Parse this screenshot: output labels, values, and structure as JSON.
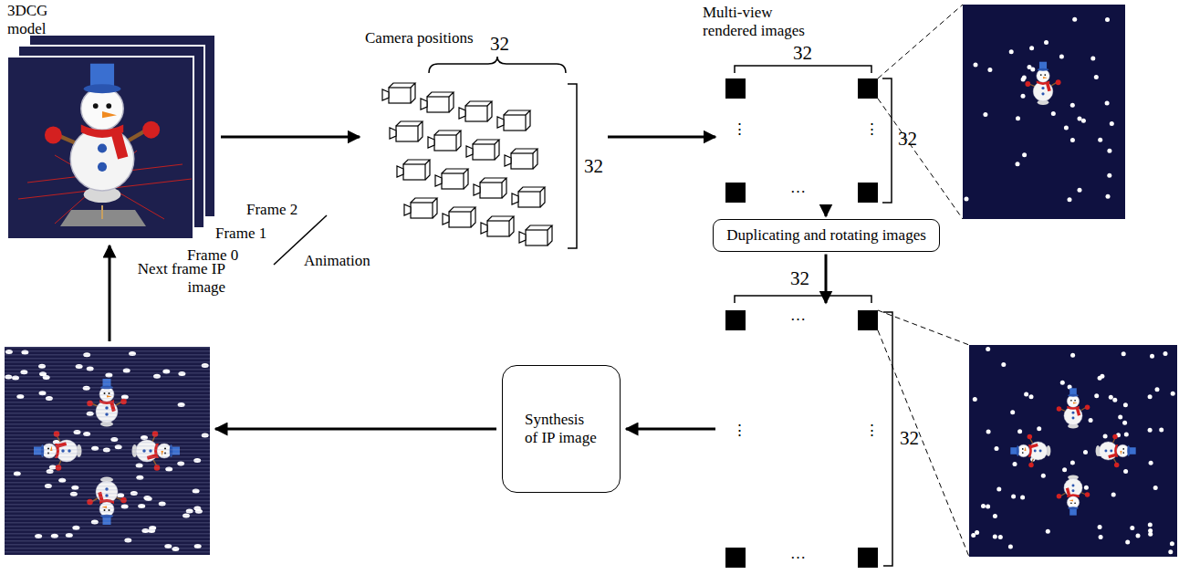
{
  "diagram": {
    "nodes": [
      {
        "text": [
          "3DCG model"
        ]
      },
      {
        "text": [
          "Camera positions"
        ]
      },
      {
        "text": [
          "Multi-view rendered images"
        ]
      },
      {
        "text": [
          "Duplicating and rotating images"
        ]
      },
      {
        "text": [
          "32"
        ]
      },
      {
        "text": [
          "Synthesis of IP image"
        ]
      },
      {
        "text": [
          "Next frame IP image"
        ]
      }
    ],
    "edges": [
      {
        "from": 0,
        "to": 1,
        "arrow": "to"
      },
      {
        "from": 1,
        "to": 2,
        "arrow": "to"
      },
      {
        "from": 2,
        "to": 3,
        "arrow": "to"
      },
      {
        "from": 3,
        "to": 4,
        "arrow": "to"
      },
      {
        "from": 4,
        "to": 5,
        "arrow": "to"
      },
      {
        "from": 5,
        "to": 6,
        "arrow": "to"
      },
      {
        "from": 6,
        "to": 0,
        "arrow": "to"
      }
    ],
    "labels": [
      "Frame 2",
      "Frame 1",
      "Frame 0",
      "Animation",
      "32",
      "32",
      "32",
      "⋮",
      "⋮",
      "…",
      "32",
      "…",
      "⋮",
      "⋮",
      "…",
      "32"
    ]
  }
}
